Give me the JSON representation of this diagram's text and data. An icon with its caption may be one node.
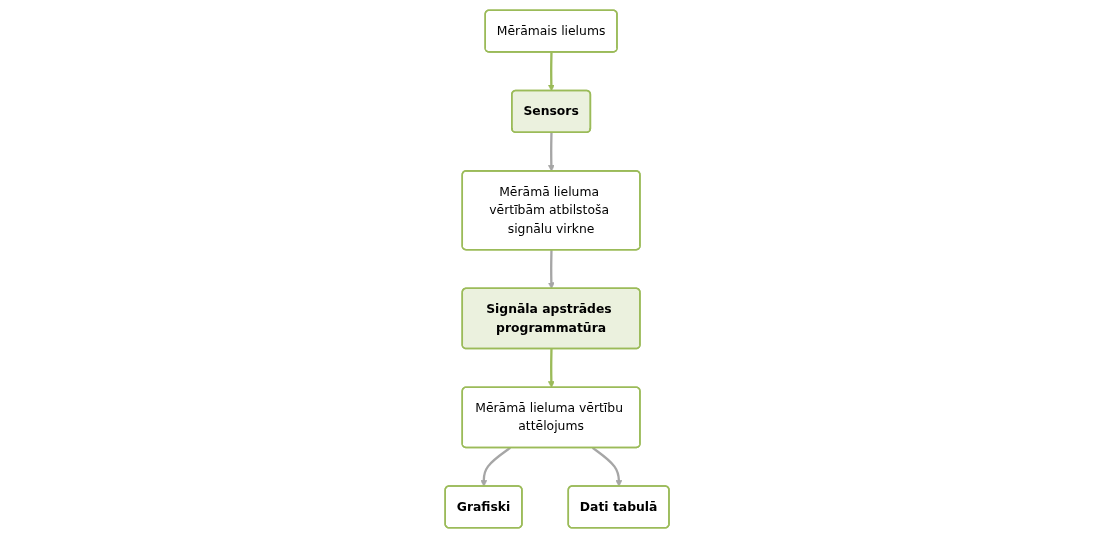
{
  "diagram": {
    "nodes": [
      {
        "text": [
          "Mērāmais lielums"
        ]
      },
      {
        "text": [
          "Sensors"
        ]
      },
      {
        "text": [
          "Mērāmā lieluma vērtībām atbilstoša signālu virkne"
        ]
      },
      {
        "text": [
          "Signāla apstrādes programmatūra"
        ]
      },
      {
        "text": [
          "Mērāmā lieluma vērtību attēlojums"
        ]
      },
      {
        "text": [
          "Grafiski"
        ]
      },
      {
        "text": [
          "Dati tabulā"
        ]
      }
    ],
    "edges": [
      {
        "from": 0,
        "to": 1,
        "arrow": "to",
        "color": "#9bbb59"
      },
      {
        "from": 1,
        "to": 2,
        "arrow": "to"
      },
      {
        "from": 2,
        "to": 3,
        "arrow": "to"
      },
      {
        "from": 3,
        "to": 4,
        "arrow": "to",
        "color": "#9bbb59"
      },
      {
        "from": 4,
        "to": 5,
        "arrow": "to"
      },
      {
        "from": 4,
        "to": 6,
        "arrow": "to"
      }
    ]
  }
}
